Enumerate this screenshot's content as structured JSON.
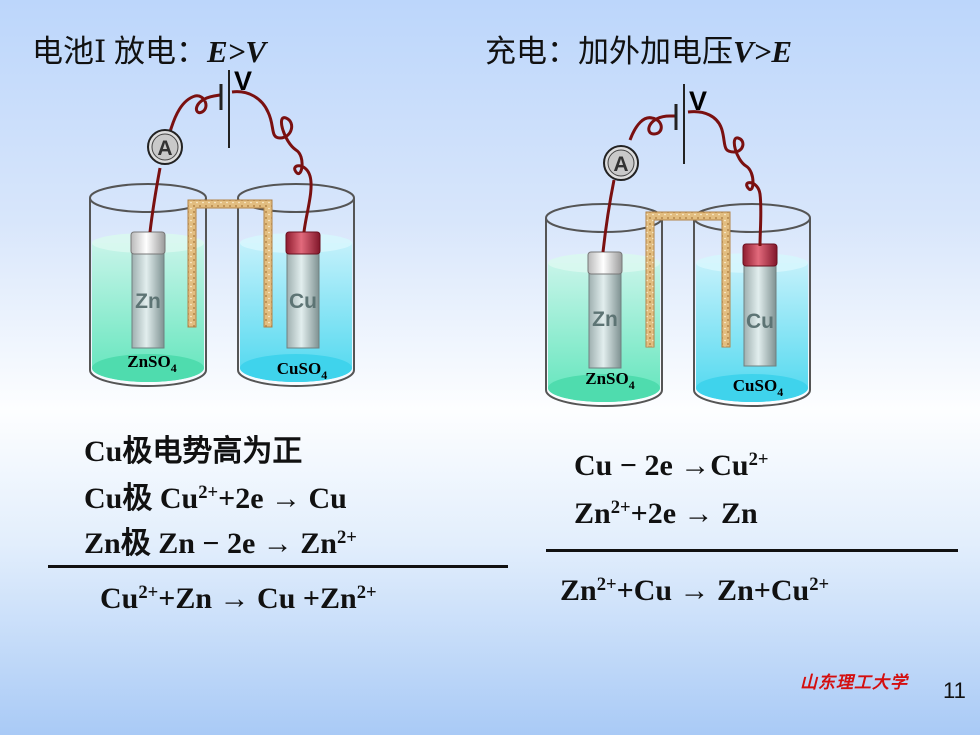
{
  "left": {
    "title_prefix": "电池Ⅰ  放电：",
    "title_em": "E>V",
    "cell": {
      "voltmeter": "V",
      "ammeter": "A",
      "electrode_left": "Zn",
      "electrode_right": "Cu",
      "solution_left": "ZnSO",
      "solution_right": "CuSO",
      "sub": "4"
    },
    "lines": [
      {
        "text": "Cu极电势高为正"
      },
      {
        "a": "Cu极 Cu",
        "sup1": "2+",
        "b": "+2e → Cu"
      },
      {
        "a": "Zn极 Zn − 2e → Zn",
        "sup1": "2+"
      }
    ],
    "result": {
      "a": "Cu",
      "sup1": "2+",
      "b": "+Zn → Cu +Zn",
      "sup2": "2+"
    }
  },
  "right": {
    "title_prefix": "充电：加外加电压",
    "title_em": "V>E",
    "cell": {
      "voltmeter": "V",
      "ammeter": "A",
      "electrode_left": "Zn",
      "electrode_right": "Cu",
      "solution_left": "ZnSO",
      "solution_right": "CuSO",
      "sub": "4"
    },
    "lines": [
      {
        "a": "Cu − 2e →Cu",
        "sup1": "2+"
      },
      {
        "a": "Zn",
        "sup1": "2+",
        "b": "+2e → Zn"
      }
    ],
    "result": {
      "a": "Zn",
      "sup1": "2+",
      "b": "+Cu → Zn+Cu",
      "sup2": "2+"
    }
  },
  "footer": {
    "university": "山东理工大学",
    "page": "11"
  },
  "colors": {
    "wire": "#7a1010",
    "zn_solution": "#66e8c0",
    "cu_solution": "#55ddf0",
    "cu_cap": "#c02f48",
    "salt_bridge": "#d9b070"
  }
}
